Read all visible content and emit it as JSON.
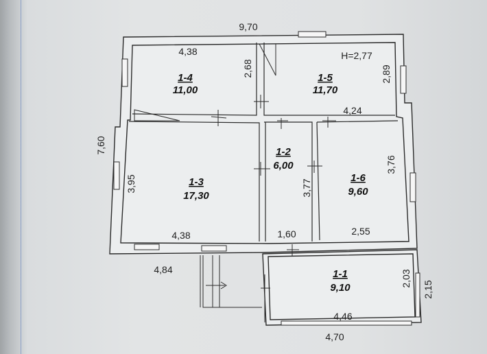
{
  "plan": {
    "height_label": "H=2,77",
    "overall": {
      "top": "9,70",
      "left": "7,60",
      "bottom_left": "4,84",
      "bottom_right": "4,70",
      "right_small": "2,15"
    },
    "rooms": {
      "r14": {
        "label": "1-4",
        "area": "11,00",
        "w": "4,38",
        "h": "2,68"
      },
      "r15": {
        "label": "1-5",
        "area": "11,70",
        "w": "4,24",
        "h": "2,89"
      },
      "r13": {
        "label": "1-3",
        "area": "17,30",
        "w": "4,38",
        "h": "3,95"
      },
      "r12": {
        "label": "1-2",
        "area": "6,00",
        "w": "1,60",
        "h": "3,77"
      },
      "r16": {
        "label": "1-6",
        "area": "9,60",
        "w": "2,55",
        "h": "3,76"
      },
      "r11": {
        "label": "1-1",
        "area": "9,10",
        "w": "4,46",
        "h": "2,03"
      }
    }
  }
}
